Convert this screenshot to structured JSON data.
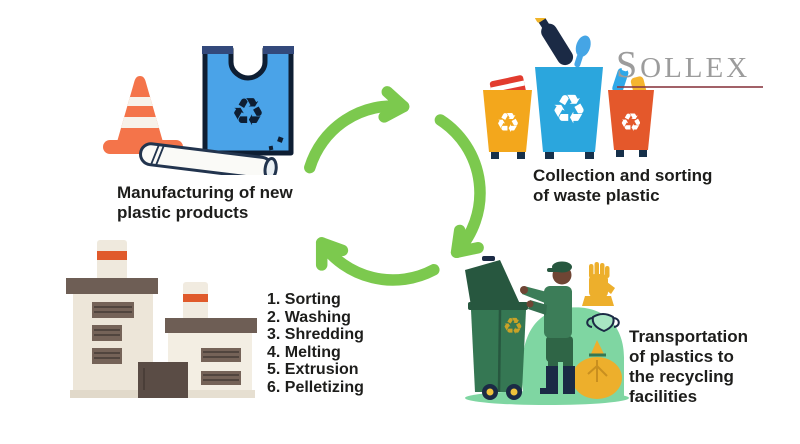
{
  "logo": {
    "text": "SOLLEX"
  },
  "captions": {
    "manufacturing": "Manufacturing of new\nplastic products",
    "collection": "Collection and sorting\nof waste plastic",
    "transportation": "Transportation\nof  plastics to\nthe recycling\nfacilities"
  },
  "steps": {
    "items": [
      "1. Sorting",
      "2. Washing",
      "3. Shredding",
      "4. Melting",
      "5. Extrusion",
      "6. Pelletizing"
    ]
  },
  "icons": {
    "recycle_symbol": "♻"
  },
  "colors": {
    "cycle_green": "#7cc94e",
    "light_green": "#7fd6a2",
    "dark_green": "#357753",
    "bin_yellow": "#f3a71c",
    "bin_blue": "#2ba6dd",
    "bin_orange": "#e4582b",
    "cone_orange": "#f4744a",
    "bag_blue": "#4aa3e8",
    "navy_outline": "#0e1e33",
    "factory_cream": "#ede6d9",
    "factory_roof": "#6e5e55",
    "chimney_stripe": "#e05a2b",
    "sack_yellow": "#edaf2c",
    "text_black": "#1d1d1b",
    "logo_gray": "#9c9c9c",
    "logo_rule_red": "#8b3a42"
  }
}
